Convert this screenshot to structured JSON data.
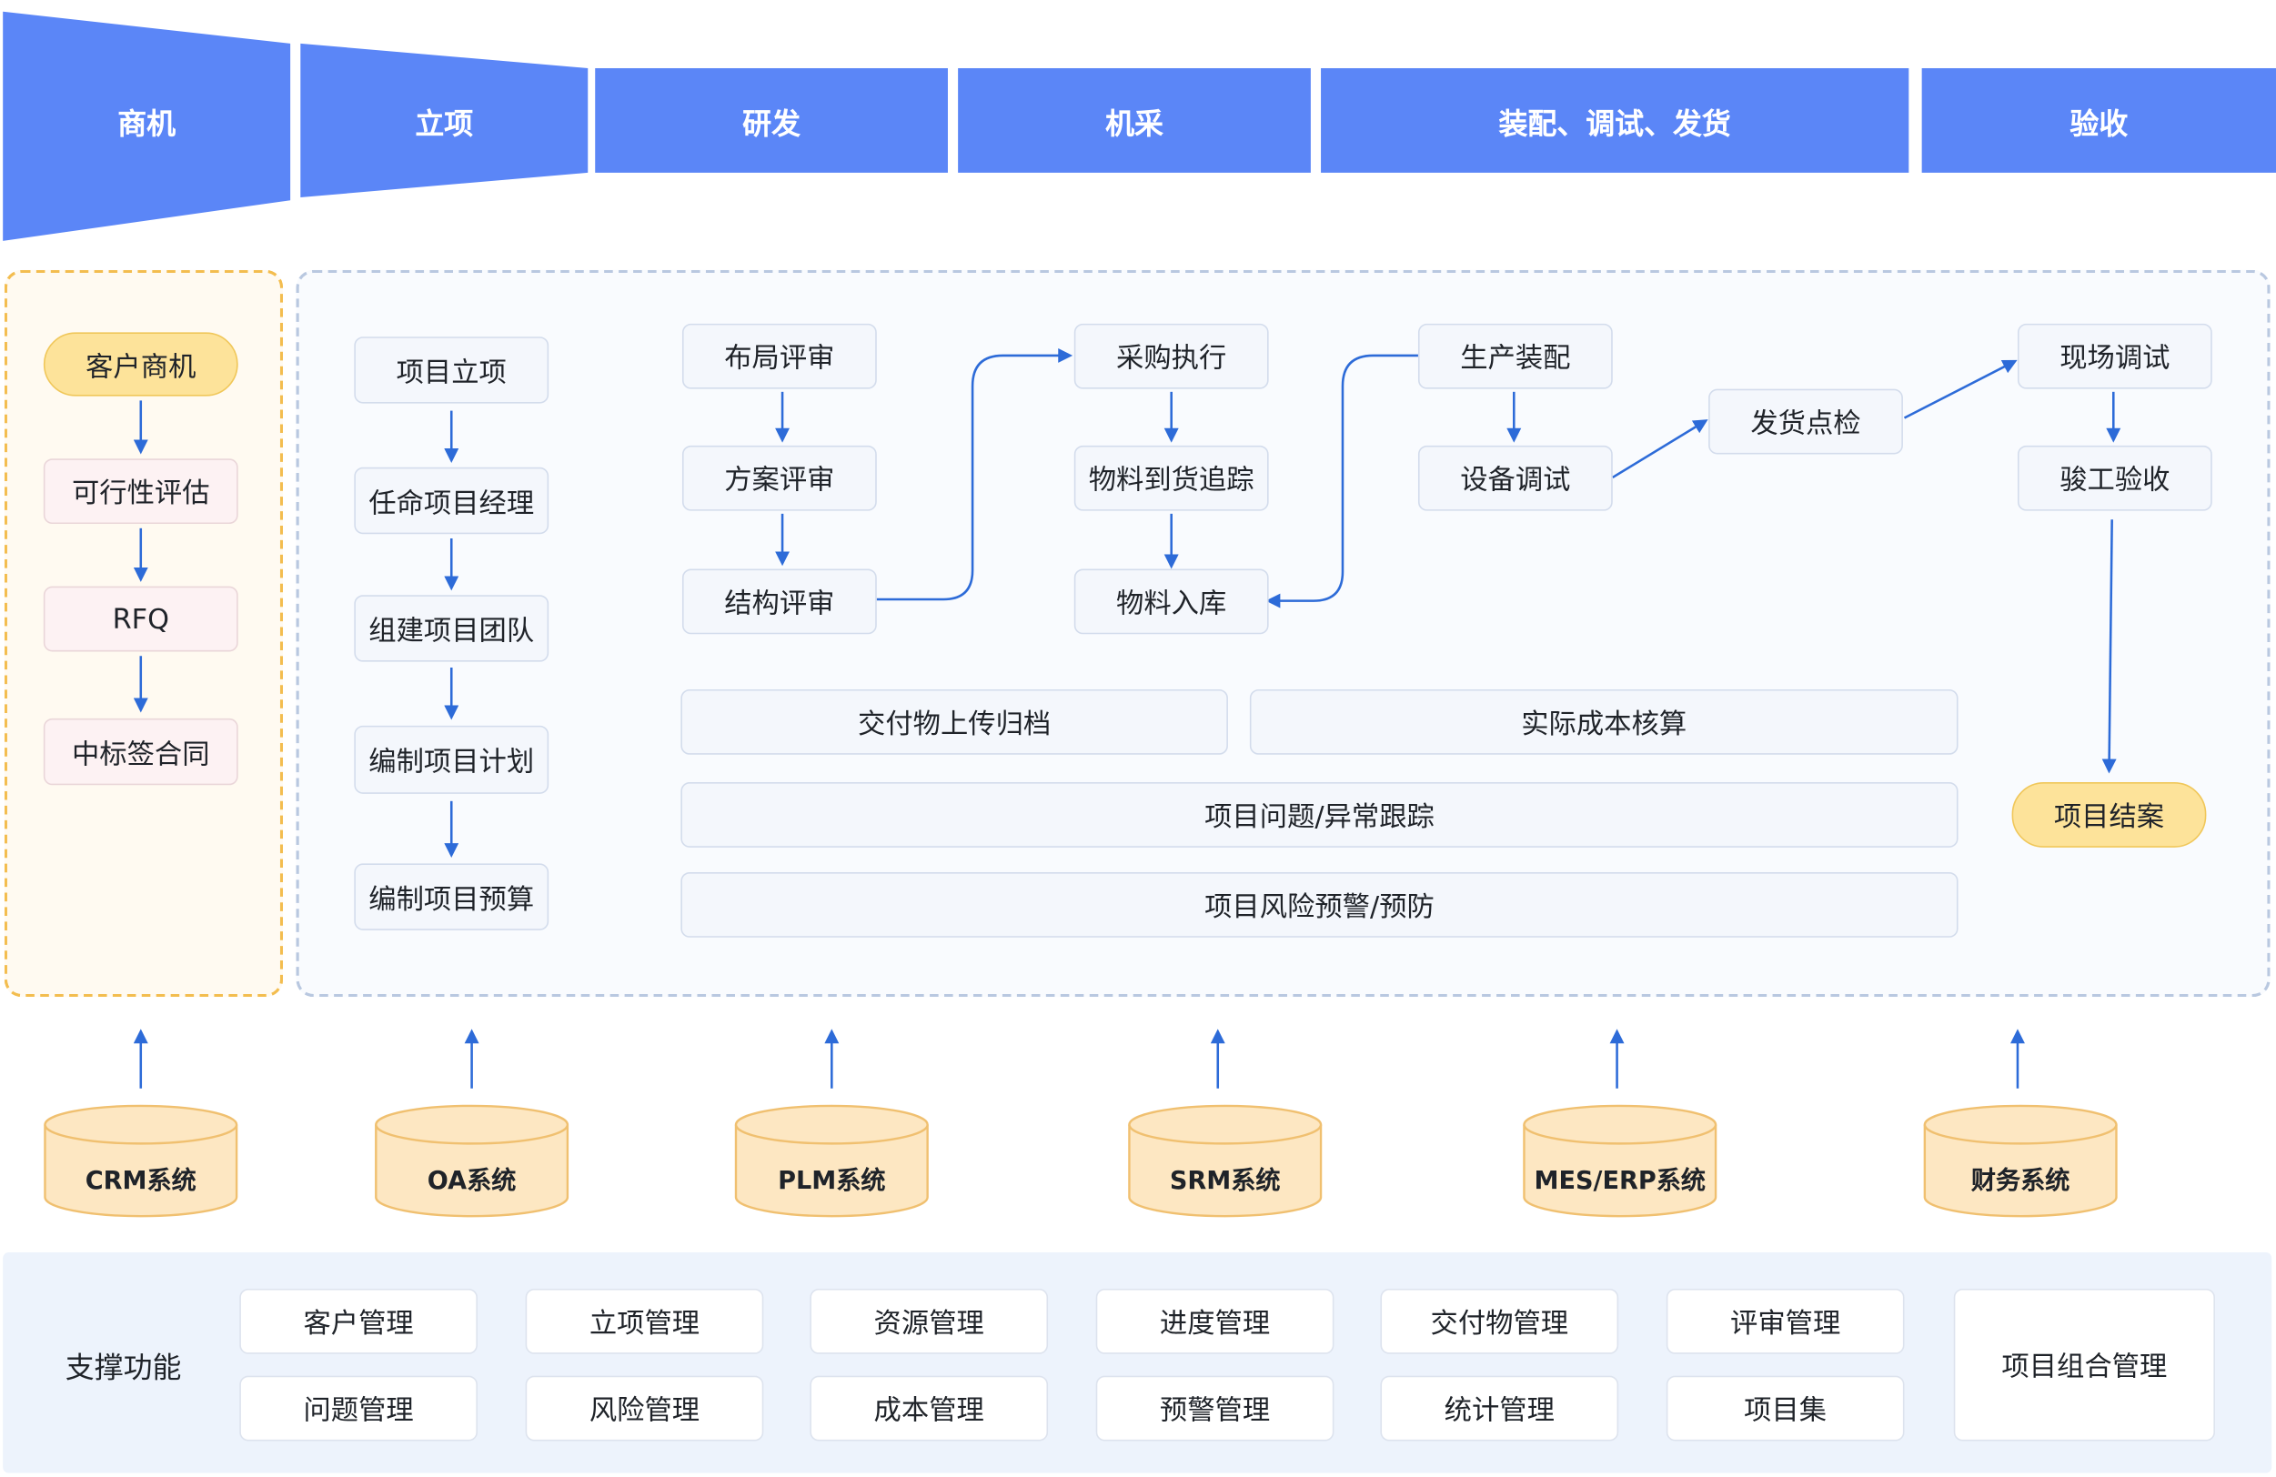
{
  "colors": {
    "phase_blue": "#5b86f7",
    "arrow_blue": "#2d6bd8",
    "gold_fill": "#fde39a",
    "gold_border": "#f0c75a",
    "cylinder_fill": "#fde7c2",
    "support_bg": "#edf3fc"
  },
  "phases": [
    "商机",
    "立项",
    "研发",
    "机采",
    "装配、调试、发货",
    "验收"
  ],
  "opportunity": {
    "nodes": [
      "客户商机",
      "可行性评估",
      "RFQ",
      "中标签合同"
    ]
  },
  "project_setup": {
    "nodes": [
      "项目立项",
      "任命项目经理",
      "组建项目团队",
      "编制项目计划",
      "编制项目预算"
    ]
  },
  "rnd": {
    "nodes": [
      "布局评审",
      "方案评审",
      "结构评审"
    ]
  },
  "procurement": {
    "nodes": [
      "采购执行",
      "物料到货追踪",
      "物料入库"
    ]
  },
  "assembly": {
    "nodes": [
      "生产装配",
      "设备调试",
      "发货点检"
    ]
  },
  "acceptance": {
    "nodes": [
      "现场调试",
      "骏工验收",
      "项目结案"
    ]
  },
  "wide_bars": {
    "upload": "交付物上传归档",
    "cost": "实际成本核算",
    "issues": "项目问题/异常跟踪",
    "risk": "项目风险预警/预防"
  },
  "systems": [
    "CRM系统",
    "OA系统",
    "PLM系统",
    "SRM系统",
    "MES/ERP系统",
    "财务系统"
  ],
  "support": {
    "title": "支撑功能",
    "row1": [
      "客户管理",
      "立项管理",
      "资源管理",
      "进度管理",
      "交付物管理",
      "评审管理"
    ],
    "row2": [
      "问题管理",
      "风险管理",
      "成本管理",
      "预警管理",
      "统计管理",
      "项目集"
    ],
    "portfolio": "项目组合管理"
  }
}
